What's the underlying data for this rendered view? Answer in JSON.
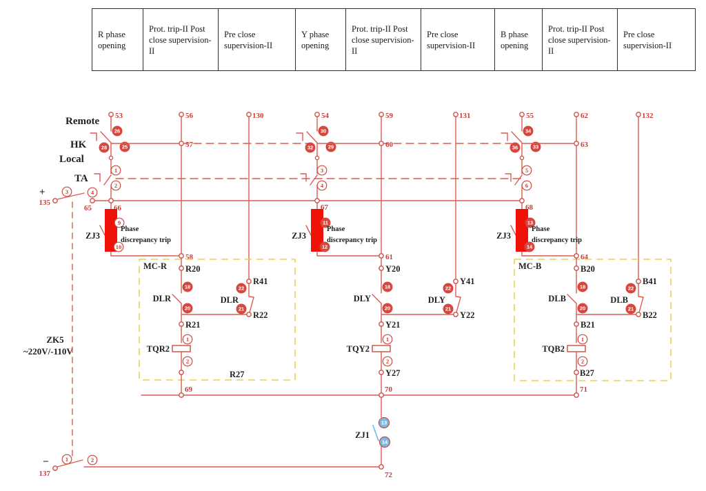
{
  "header": {
    "columns": [
      "R phase opening",
      "Prot. trip-II Post close supervision-II",
      "Pre close supervision-II",
      "Y phase opening",
      "Prot. trip-II Post close supervision-II",
      "Pre close supervision-II",
      "B phase opening",
      "Prot. trip-II Post close supervision-II",
      "Pre close supervision-II"
    ]
  },
  "labels": {
    "remote": "Remote",
    "hk": "HK",
    "local": "Local",
    "ta": "TA",
    "plus": "+",
    "minus": "−",
    "zk5": "ZK5",
    "voltage": "~220V/-110V",
    "zj1": "ZJ1",
    "zj3": "ZJ3",
    "phase_trip_line1": "Phase",
    "phase_trip_line2": "discrepancy trip",
    "mc_r": "MC-R",
    "mc_b": "MC-B",
    "dlr": "DLR",
    "dly": "DLY",
    "dlb": "DLB",
    "tqr2": "TQR2",
    "tqy2": "TQY2",
    "tqb2": "TQB2",
    "r20": "R20",
    "r41": "R41",
    "r21": "R21",
    "r22": "R22",
    "r27": "R27",
    "y20": "Y20",
    "y41": "Y41",
    "y21": "Y21",
    "y22": "Y22",
    "y27": "Y27",
    "b20": "B20",
    "b41": "B41",
    "b21": "B21",
    "b22": "B22",
    "b27": "B27"
  },
  "nodes": {
    "n53": "53",
    "n54": "54",
    "n55": "55",
    "n56": "56",
    "n57": "57",
    "n58": "58",
    "n59": "59",
    "n60": "60",
    "n61": "61",
    "n62": "62",
    "n63": "63",
    "n64": "64",
    "n65": "65",
    "n66": "66",
    "n67": "67",
    "n68": "68",
    "n69": "69",
    "n70": "70",
    "n71": "71",
    "n72": "72",
    "n130": "130",
    "n131": "131",
    "n132": "132",
    "n135": "135",
    "n137": "137"
  },
  "contacts": {
    "hk": {
      "r": [
        "26",
        "28",
        "25"
      ],
      "y": [
        "30",
        "32",
        "29"
      ],
      "b": [
        "34",
        "36",
        "33"
      ]
    },
    "ta": {
      "r": [
        "1",
        "2"
      ],
      "y": [
        "3",
        "4"
      ],
      "b": [
        "5",
        "6"
      ]
    },
    "zj3": {
      "r": [
        "9",
        "10"
      ],
      "y": [
        "11",
        "12"
      ],
      "b": [
        "13",
        "14"
      ]
    },
    "mc": [
      "18",
      "20",
      "22",
      "21"
    ],
    "tq": [
      "1",
      "2"
    ],
    "zk5_top": [
      "3",
      "4"
    ],
    "zk5_bottom": [
      "1",
      "2"
    ],
    "zj1": [
      "13",
      "14"
    ]
  },
  "colors": {
    "wire": "#dc5a50",
    "relay_fill": "#ee1208",
    "box_dash": "#e9d14f",
    "blue_contact": "#79bce2",
    "text_dark": "#1f1f1f",
    "text_red": "#cd3c36"
  }
}
